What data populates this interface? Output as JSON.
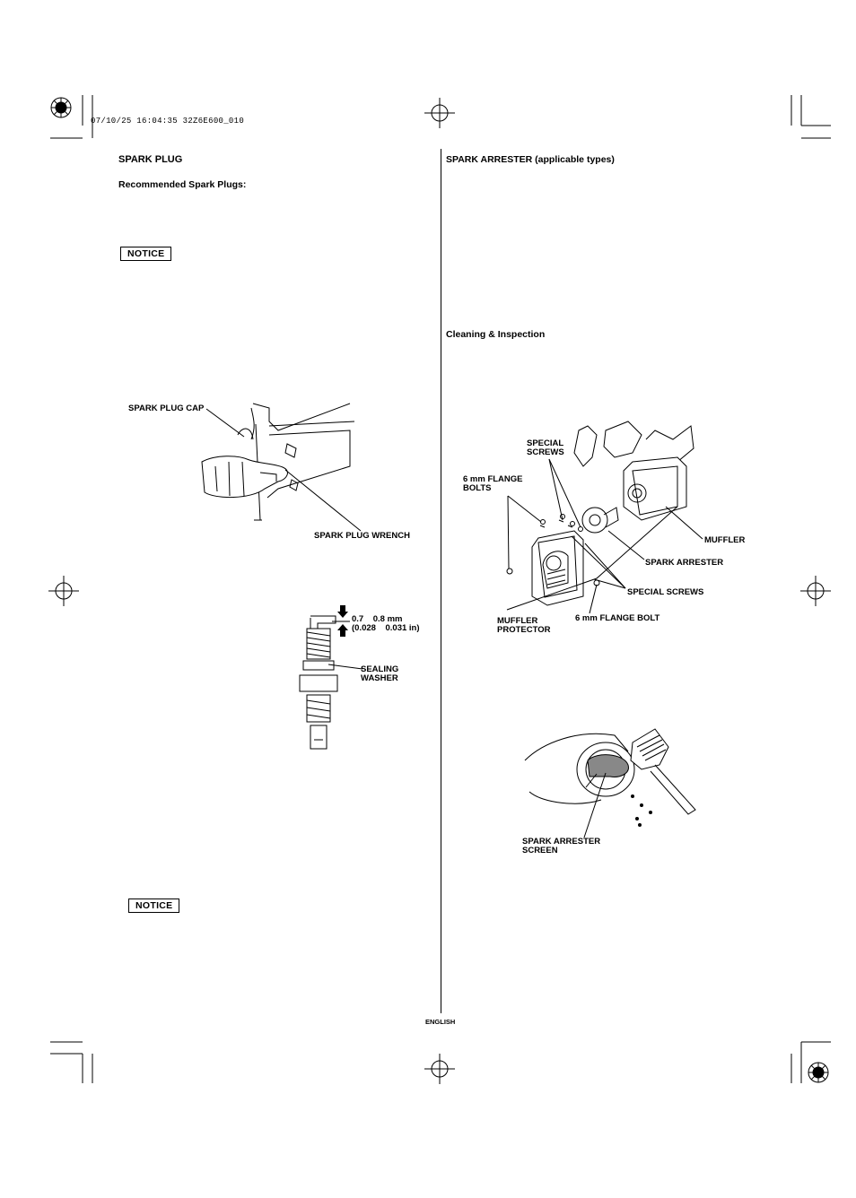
{
  "print_stamp": "07/10/25 16:04:35 32Z6E600_010",
  "left": {
    "heading": "SPARK PLUG",
    "subheading": "Recommended Spark Plugs:",
    "notice_top": "NOTICE",
    "notice_bottom": "NOTICE",
    "labels": {
      "spark_plug_cap": "SPARK PLUG CAP",
      "spark_plug_wrench": "SPARK PLUG WRENCH",
      "gap_metric": "0.7    0.8 mm",
      "gap_imperial": "(0.028    0.031 in)",
      "sealing": "SEALING",
      "washer": "WASHER"
    }
  },
  "right": {
    "heading": "SPARK ARRESTER (applicable types)",
    "subheading": "Cleaning & Inspection",
    "labels": {
      "special_screws_top_1": "SPECIAL",
      "special_screws_top_2": "SCREWS",
      "flange_bolts_1": "6 mm FLANGE",
      "flange_bolts_2": "BOLTS",
      "muffler": "MUFFLER",
      "spark_arrester": "SPARK ARRESTER",
      "special_screws": "SPECIAL SCREWS",
      "flange_bolt": "6 mm FLANGE BOLT",
      "muffler_protector_1": "MUFFLER",
      "muffler_protector_2": "PROTECTOR",
      "screen_1": "SPARK ARRESTER",
      "screen_2": "SCREEN"
    }
  },
  "footer": {
    "language": "ENGLISH"
  }
}
